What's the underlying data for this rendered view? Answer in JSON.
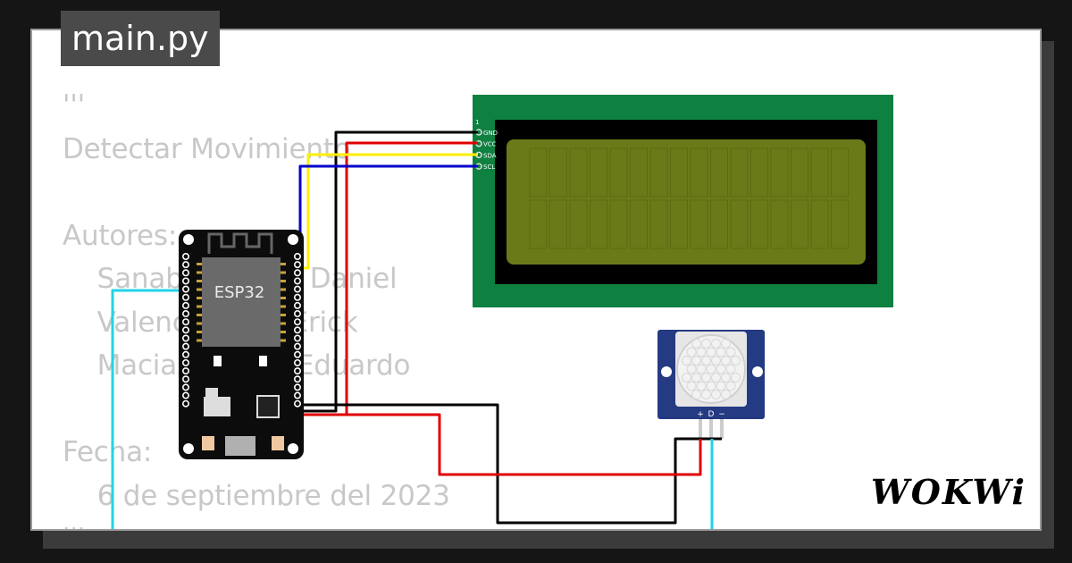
{
  "file_tab": {
    "label": "main.py"
  },
  "code": {
    "lines": [
      "'''",
      "Detectar Movimiento",
      "",
      "Autores:",
      "    Sanabria Pérez Daniel",
      "    Valencia Cruz Erick",
      "    Macias Osorio Eduardo",
      "",
      "Fecha:",
      "    6 de septiembre del 2023",
      "'''"
    ]
  },
  "esp32": {
    "chip_label": "ESP32"
  },
  "lcd": {
    "pin_index_label": "1",
    "pins": [
      "GND",
      "VCC",
      "SDA",
      "SCL"
    ],
    "screen_color": "#6b7a18",
    "board_color": "#0e8040"
  },
  "pir": {
    "pin_labels": [
      "+",
      "D",
      "−"
    ],
    "board_color": "#243a82"
  },
  "wires": {
    "gnd_color": "#000000",
    "vcc_color": "#e00000",
    "sda_color": "#ffee00",
    "scl_color": "#0000cc",
    "signal_color": "#22d3e6"
  },
  "brand": {
    "logo_text": "WOKWi"
  }
}
